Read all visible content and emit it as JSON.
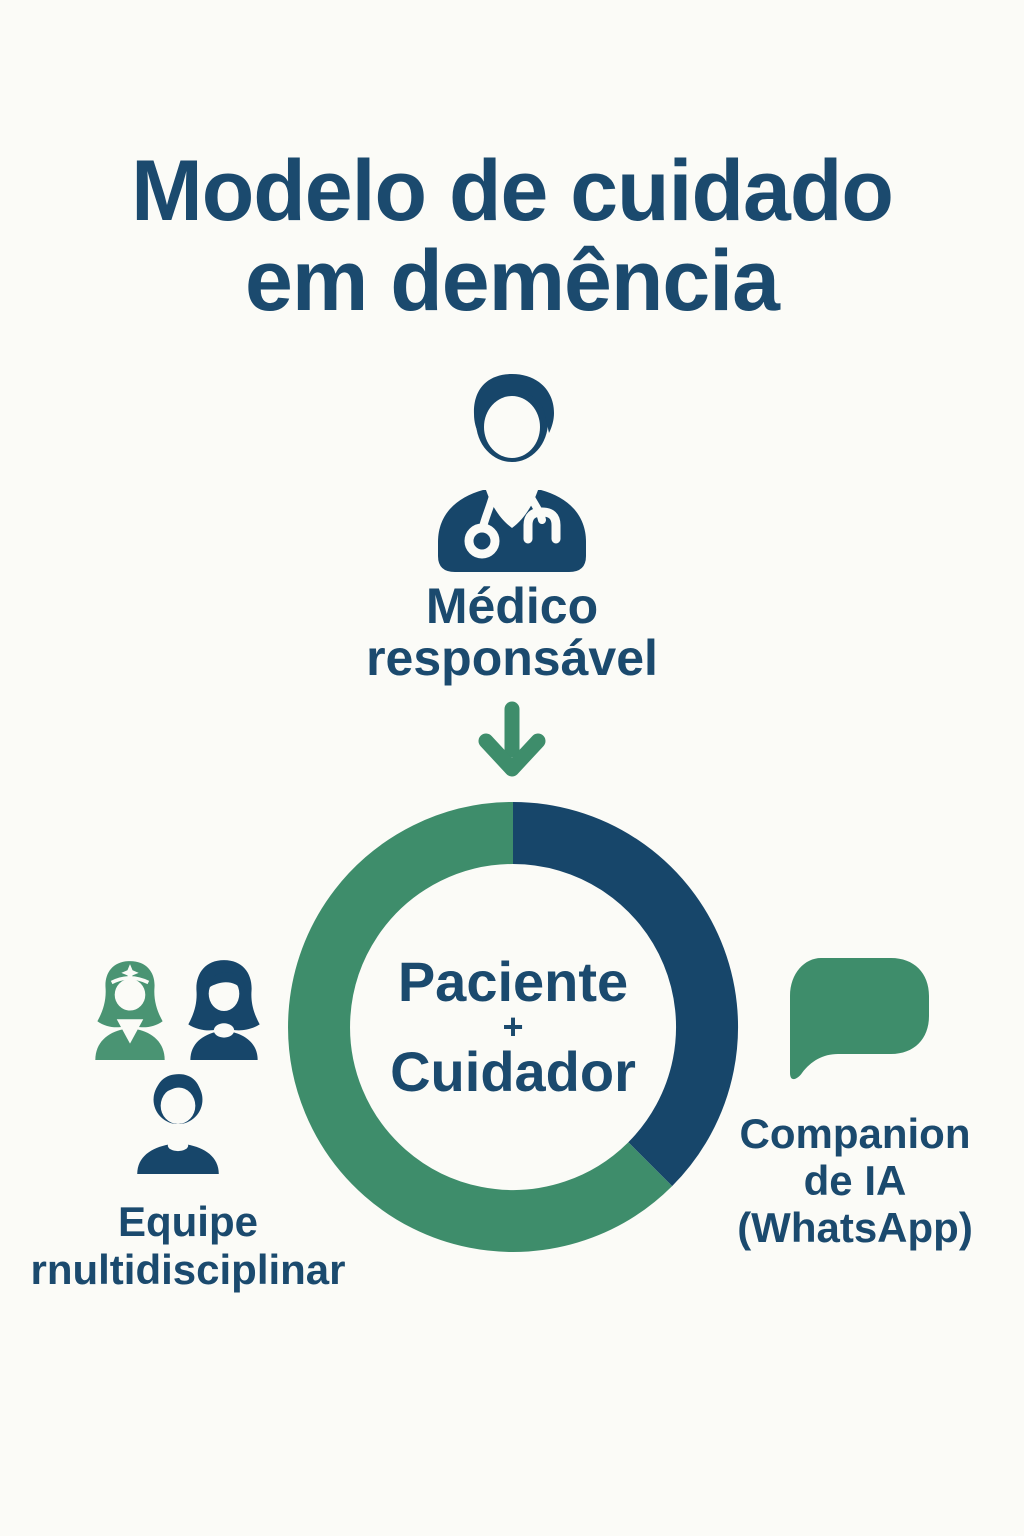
{
  "colors": {
    "background": "#fbfbf7",
    "navy": "#17466a",
    "navy_text": "#1b4a6e",
    "green": "#3e8d6b",
    "green_light": "#4a9473"
  },
  "title": {
    "lines": [
      "Modelo de cuidado",
      "em demência"
    ]
  },
  "doctor": {
    "icon": "doctor-icon",
    "label_lines": [
      "Médico",
      "responsável"
    ]
  },
  "flow": {
    "arrow_icon": "arrow-down-icon"
  },
  "ring": {
    "center_lines": [
      "Paciente",
      "+",
      "Cuidador"
    ],
    "segments": [
      {
        "name": "right-arc",
        "color": "navy",
        "start_deg": 0,
        "end_deg": 135
      },
      {
        "name": "left-arc",
        "color": "green",
        "start_deg": 135,
        "end_deg": 360
      }
    ]
  },
  "team": {
    "icons": [
      "nurse-icon",
      "woman-icon",
      "man-icon"
    ],
    "label_lines": [
      "Equipe",
      "rnultidisciplinar"
    ]
  },
  "companion": {
    "icon": "chat-bubble-icon",
    "label_lines": [
      "Companion",
      "de IA",
      "(WhatsApp)"
    ]
  }
}
